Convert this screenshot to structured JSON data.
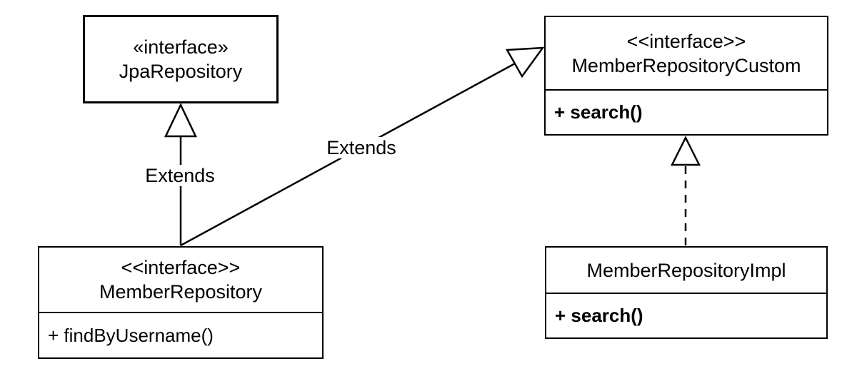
{
  "diagram": {
    "type": "uml-class-diagram",
    "colors": {
      "background": "#ffffff",
      "stroke": "#000000",
      "text": "#000000"
    },
    "classes": [
      {
        "stereotype": "«interface»",
        "name": "JpaRepository",
        "methods": []
      },
      {
        "stereotype": "<<interface>>",
        "name": "MemberRepositoryCustom",
        "methods": [
          "+ search()"
        ]
      },
      {
        "stereotype": "<<interface>>",
        "name": "MemberRepository",
        "methods": [
          "+ findByUsername()"
        ]
      },
      {
        "stereotype": "",
        "name": "MemberRepositoryImpl",
        "methods": [
          "+ search()"
        ]
      }
    ],
    "relationships": [
      {
        "from": "MemberRepository",
        "to": "JpaRepository",
        "type": "generalization",
        "line_style": "solid",
        "arrowhead": "hollow-triangle",
        "label": "Extends"
      },
      {
        "from": "MemberRepository",
        "to": "MemberRepositoryCustom",
        "type": "generalization",
        "line_style": "solid",
        "arrowhead": "hollow-triangle",
        "label": "Extends"
      },
      {
        "from": "MemberRepositoryImpl",
        "to": "MemberRepositoryCustom",
        "type": "realization",
        "line_style": "dashed",
        "arrowhead": "hollow-triangle",
        "label": ""
      }
    ]
  }
}
